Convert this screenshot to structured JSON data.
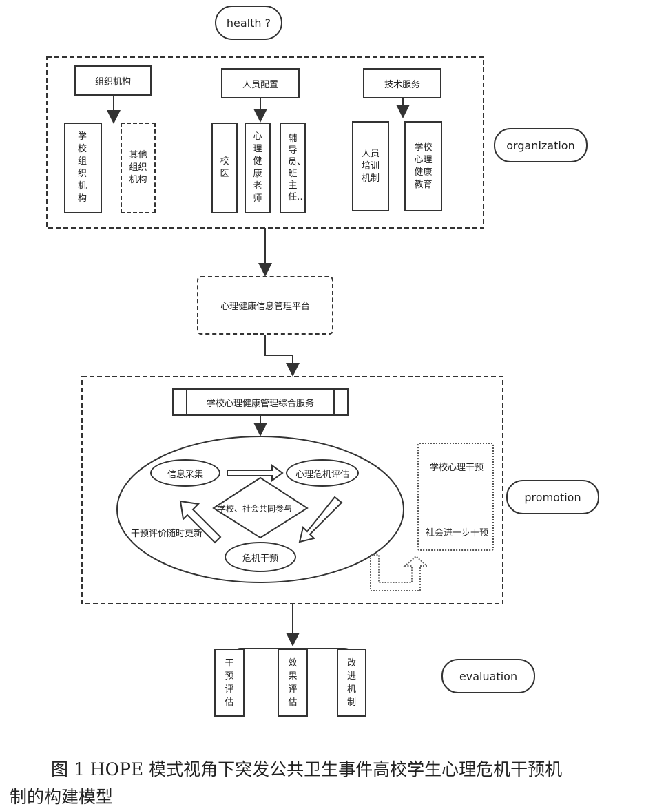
{
  "top_pill": "health ?",
  "side_labels": {
    "organization": "organization",
    "promotion": "promotion",
    "evaluation": "evaluation"
  },
  "organization": {
    "col1": {
      "header": "组织机构",
      "items": [
        "学校组织机构",
        "其他组织机构"
      ]
    },
    "col2": {
      "header": "人员配置",
      "items": [
        "校医",
        "心理健康老师",
        "辅导员、班主任…"
      ]
    },
    "col3": {
      "header": "技术服务",
      "items": [
        "人员培训机制",
        "学校心理健康教育"
      ]
    }
  },
  "platform": "心理健康信息管理平台",
  "promotion": {
    "service_header": "学校心理健康管理综合服务",
    "cycle": {
      "info_collect": "信息采集",
      "crisis_assess": "心理危机评估",
      "crisis_intervene": "危机干预",
      "center": "学校、社会共同参与",
      "update_note": "干预评价随时更新"
    },
    "side_box": {
      "top": "学校心理干预",
      "bottom": "社会进一步干预"
    }
  },
  "evaluation": {
    "items": [
      "干预评估",
      "效果评估",
      "改进机制"
    ]
  },
  "caption": {
    "line1": "图 1  HOPE 模式视角下突发公共卫生事件高校学生心理危机干预机",
    "line2": "制的构建模型"
  }
}
